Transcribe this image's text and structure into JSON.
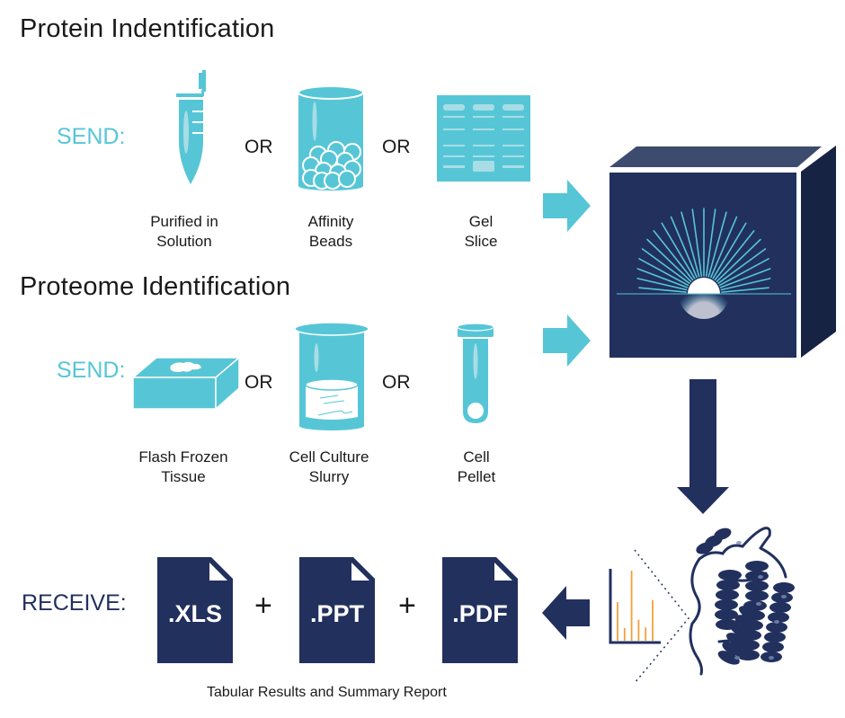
{
  "colors": {
    "cyan": "#56c6d6",
    "cyan_light": "#a8dde6",
    "navy": "#22305e",
    "navy_top": "#3d4b6e",
    "navy_side": "#172342",
    "orange": "#f2a03c",
    "text": "#1a1a1a"
  },
  "protein": {
    "title": "Protein Indentification",
    "send_label": "SEND:",
    "or_label": "OR",
    "samples": [
      {
        "icon": "microtube-icon",
        "line1": "Purified in",
        "line2": "Solution"
      },
      {
        "icon": "affinity-beads-jar-icon",
        "line1": "Affinity",
        "line2": "Beads"
      },
      {
        "icon": "gel-slice-icon",
        "line1": "Gel",
        "line2": "Slice"
      }
    ]
  },
  "proteome": {
    "title": "Proteome Identification",
    "send_label": "SEND:",
    "or_label": "OR",
    "samples": [
      {
        "icon": "frozen-tissue-block-icon",
        "line1": "Flash Frozen",
        "line2": "Tissue"
      },
      {
        "icon": "cell-culture-beaker-icon",
        "line1": "Cell Culture",
        "line2": "Slurry"
      },
      {
        "icon": "cell-pellet-tube-icon",
        "line1": "Cell",
        "line2": "Pellet"
      }
    ]
  },
  "receive": {
    "label": "RECEIVE:",
    "plus": "+",
    "files": [
      ".XLS",
      ".PPT",
      ".PDF"
    ],
    "caption": "Tabular Results and Summary Report"
  },
  "instrument": {
    "icon": "mass-spectrometer-box-icon"
  },
  "spectrum": {
    "icon": "mass-spectrum-chart-icon",
    "peaks": [
      0.55,
      0.18,
      1.0,
      0.3,
      0.19,
      0.58
    ]
  }
}
